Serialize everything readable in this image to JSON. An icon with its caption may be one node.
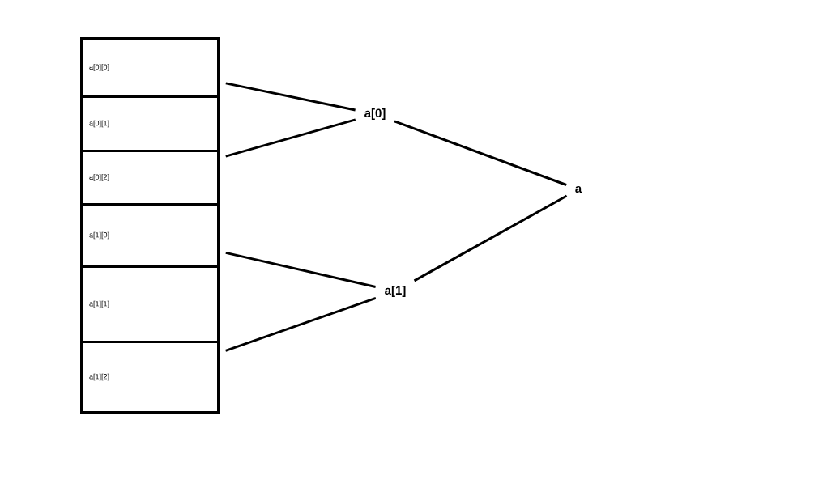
{
  "diagram": {
    "nodes": [
      {
        "text": [
          "a[0][0]"
        ]
      },
      {
        "text": [
          "a[0][1]"
        ]
      },
      {
        "text": [
          "a[0][2]"
        ]
      },
      {
        "text": [
          "a[1][0]"
        ]
      },
      {
        "text": [
          "a[1][1]"
        ]
      },
      {
        "text": [
          "a[1][2]"
        ]
      },
      {
        "text": [
          "a[0]"
        ]
      },
      {
        "text": [
          "a[1]"
        ]
      },
      {
        "text": [
          "a"
        ]
      }
    ],
    "edges": [
      {
        "from": 6,
        "to": 0,
        "arrow": "none"
      },
      {
        "from": 6,
        "to": 2,
        "arrow": "none"
      },
      {
        "from": 7,
        "to": 3,
        "arrow": "none"
      },
      {
        "from": 7,
        "to": 5,
        "arrow": "none"
      },
      {
        "from": 8,
        "to": 6,
        "arrow": "none"
      },
      {
        "from": 8,
        "to": 7,
        "arrow": "none"
      }
    ]
  }
}
